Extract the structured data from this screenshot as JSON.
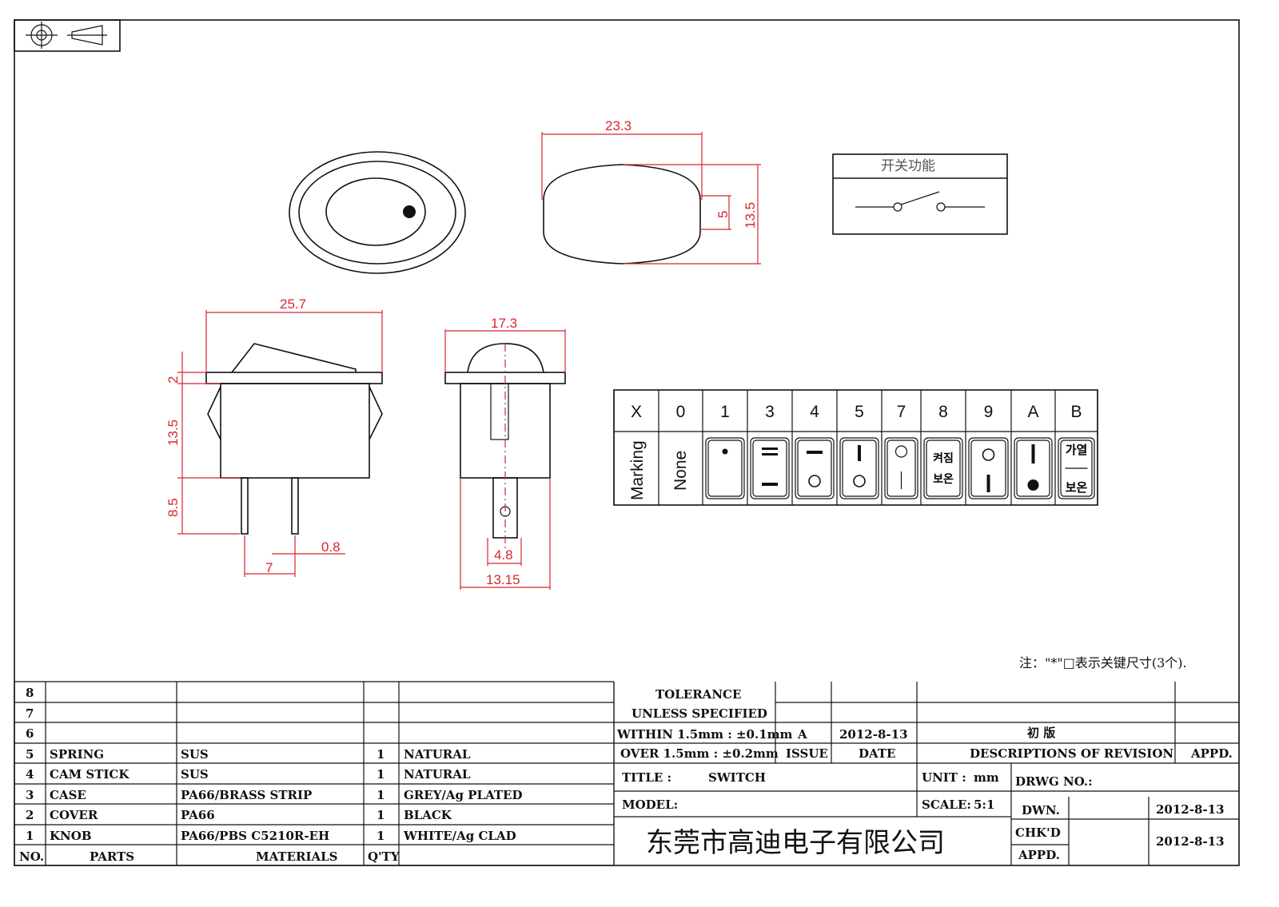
{
  "dimensions": {
    "top_width": "23.3",
    "top_inner_height": "5",
    "top_height": "13.5",
    "side_width": "25.7",
    "side_cap": "2",
    "side_body": "13.5",
    "side_pin": "8.5",
    "pin_thickness": "0.8",
    "pin_spacing": "7",
    "front_width": "17.3",
    "front_pin": "4.8",
    "front_body": "13.15"
  },
  "function_box": {
    "title": "开关功能"
  },
  "marking_table": {
    "headers": [
      "X",
      "0",
      "1",
      "3",
      "4",
      "5",
      "7",
      "8",
      "9",
      "A",
      "B"
    ],
    "row_label": "Marking",
    "none_label": "None",
    "korean_8": [
      "켜짐",
      "보온"
    ],
    "korean_B": [
      "가열",
      "보온"
    ]
  },
  "note": "注：\"*\"□表示关键尺寸(3个).",
  "parts_table": {
    "header": {
      "no": "NO.",
      "parts": "PARTS",
      "materials": "MATERIALS",
      "qty": "Q'TY"
    },
    "rows": [
      {
        "no": "8",
        "part": "",
        "material": "",
        "qty": "",
        "finish": ""
      },
      {
        "no": "7",
        "part": "",
        "material": "",
        "qty": "",
        "finish": ""
      },
      {
        "no": "6",
        "part": "",
        "material": "",
        "qty": "",
        "finish": ""
      },
      {
        "no": "5",
        "part": "SPRING",
        "material": "SUS",
        "qty": "1",
        "finish": "NATURAL"
      },
      {
        "no": "4",
        "part": "CAM STICK",
        "material": "SUS",
        "qty": "1",
        "finish": "NATURAL"
      },
      {
        "no": "3",
        "part": "CASE",
        "material": "PA66/BRASS STRIP",
        "qty": "1",
        "finish": "GREY/Ag PLATED"
      },
      {
        "no": "2",
        "part": "COVER",
        "material": "PA66",
        "qty": "1",
        "finish": "BLACK"
      },
      {
        "no": "1",
        "part": "KNOB",
        "material": "PA66/PBS C5210R-EH",
        "qty": "1",
        "finish": "WHITE/Ag CLAD"
      }
    ]
  },
  "title_block": {
    "tolerance_1": "TOLERANCE",
    "tolerance_2": "UNLESS  SPECIFIED",
    "within": "WITHIN 1.5mm : ±0.1mm",
    "over": "OVER 1.5mm : ±0.2mm",
    "issue_value": "A",
    "date_value": "2012-8-13",
    "revision_value": "初  版",
    "issue_label": "ISSUE",
    "date_label": "DATE",
    "desc_label": "DESCRIPTIONS OF REVISION",
    "appd_label": "APPD.",
    "title_label": "TITLE :",
    "title_value": "SWITCH",
    "unit_label": "UNIT :",
    "unit_value": "mm",
    "drwg_label": "DRWG NO.:",
    "model_label": "MODEL:",
    "scale_label": "SCALE:",
    "scale_value": "5:1",
    "dwn_label": "DWN.",
    "dwn_date": "2012-8-13",
    "chkd_label": "CHK'D",
    "chkd_date": "2012-8-13",
    "appd2_label": "APPD.",
    "company": "东莞市高迪电子有限公司"
  },
  "colors": {
    "dimension": "#d8262e",
    "line": "#111111"
  }
}
